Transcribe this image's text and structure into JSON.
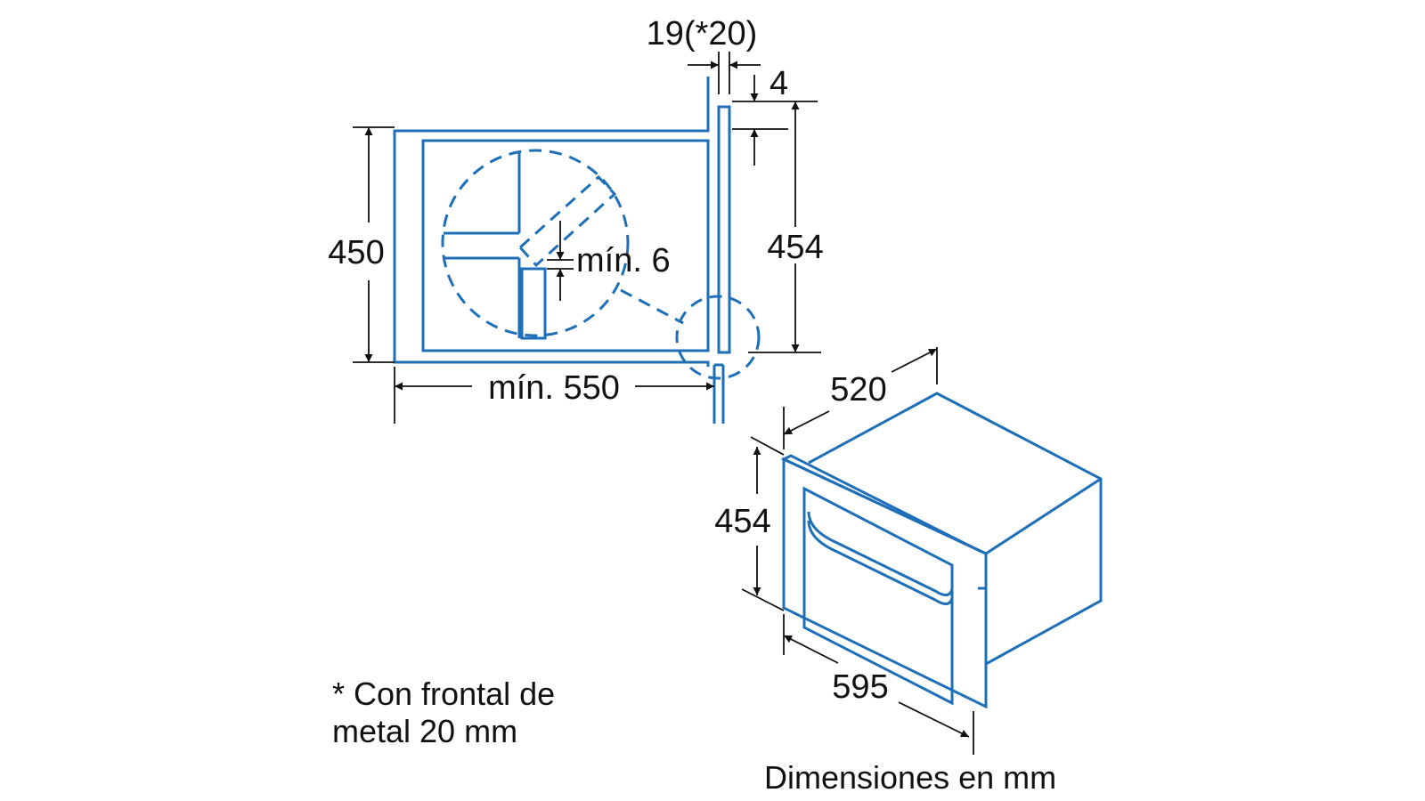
{
  "colors": {
    "line": "#1e6fb8",
    "dim": "#111111",
    "text": "#111111",
    "background": "#ffffff"
  },
  "labels": {
    "gap_top": "19(*20)",
    "front_offset": "4",
    "cabinet_height": "450",
    "opening_height": "454",
    "min_gap": "mín. 6",
    "min_depth": "mín. 550",
    "appliance_depth": "520",
    "appliance_height": "454",
    "appliance_width": "595",
    "footnote_line1": "* Con frontal de",
    "footnote_line2": "metal 20 mm",
    "units": "Dimensiones en mm"
  }
}
